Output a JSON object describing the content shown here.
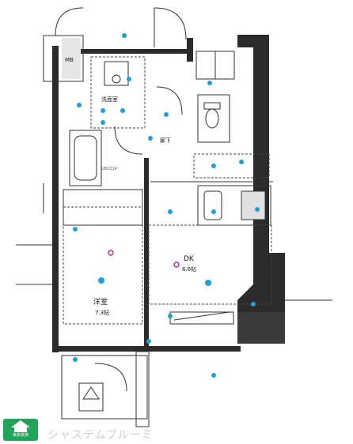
{
  "rooms": {
    "mb": "MB",
    "washroom": "洗面室",
    "corridor": "廊下",
    "ub": "UB1014",
    "dk": "DK",
    "dk_size": "6.6帖",
    "western": "洋室",
    "western_size": "7.3帖"
  },
  "logo": {
    "text": "東京賃貸"
  },
  "watermark": "シャステムブルーミ",
  "colors": {
    "wall": "#2b2b2b",
    "outlet": "#1fa0d8",
    "sensor": "#c0308a",
    "logo_green": "#22a45a"
  }
}
